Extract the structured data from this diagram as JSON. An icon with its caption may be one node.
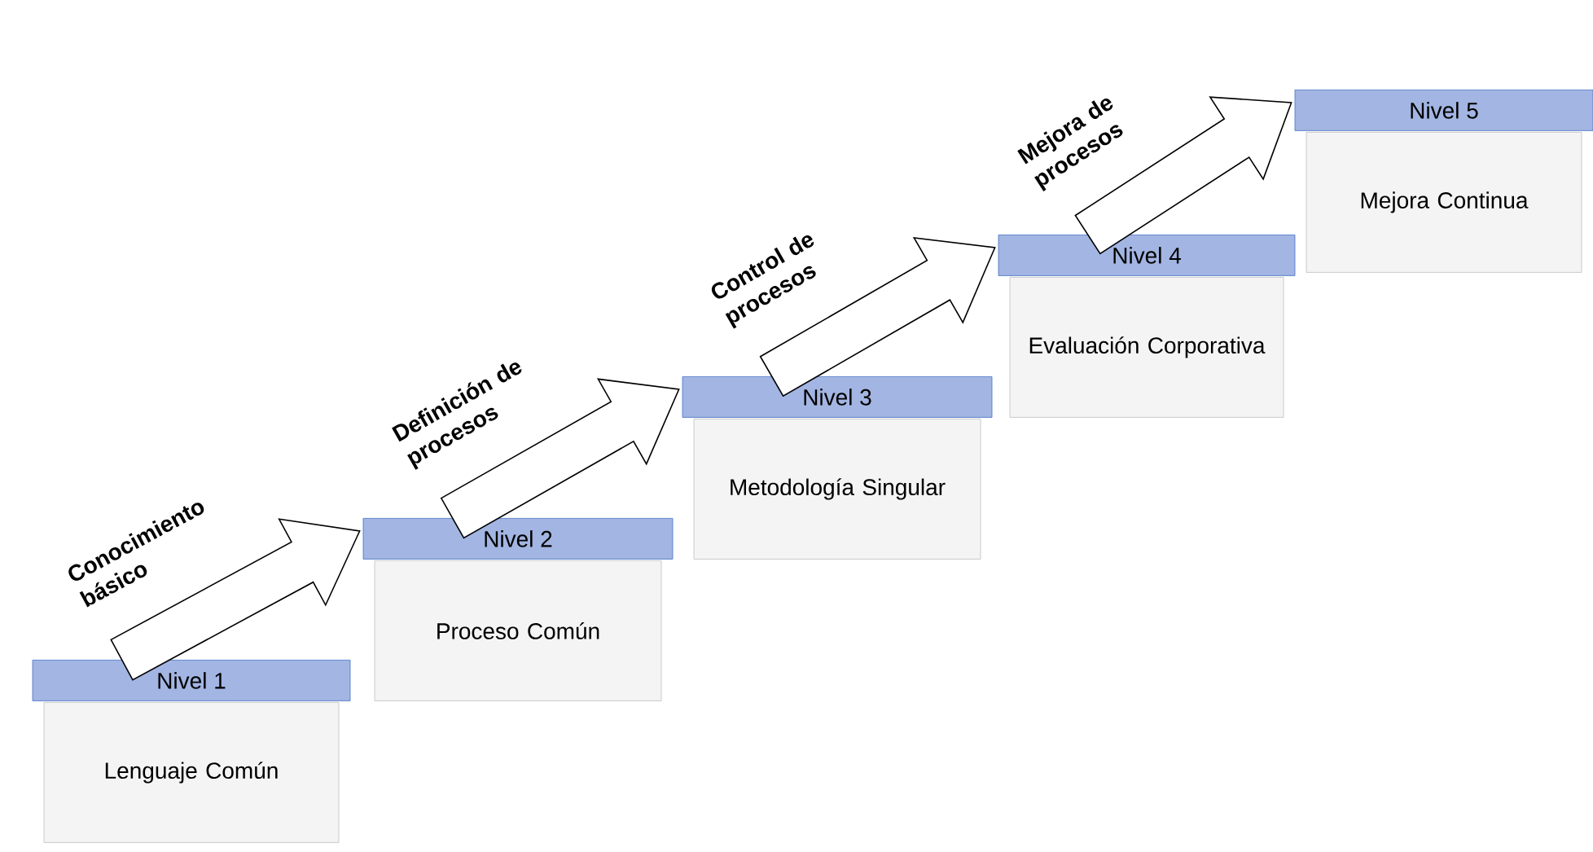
{
  "diagram": {
    "nodes": [
      {
        "text": [
          "Nivel 1",
          "Lenguaje Común"
        ]
      },
      {
        "text": [
          "Nivel 2",
          "Proceso Común"
        ]
      },
      {
        "text": [
          "Nivel 3",
          "Metodología Singular"
        ]
      },
      {
        "text": [
          "Nivel 4",
          "Evaluación Corporativa"
        ]
      },
      {
        "text": [
          "Nivel 5",
          "Mejora Continua"
        ]
      }
    ],
    "edges": [
      {
        "from": 0,
        "to": 1,
        "arrow": "to",
        "label": "Conocimiento básico"
      },
      {
        "from": 1,
        "to": 2,
        "arrow": "to",
        "label": "Definición de procesos"
      },
      {
        "from": 2,
        "to": 3,
        "arrow": "to",
        "label": "Control de procesos"
      },
      {
        "from": 3,
        "to": 4,
        "arrow": "to",
        "label": "Mejora de procesos"
      }
    ]
  }
}
